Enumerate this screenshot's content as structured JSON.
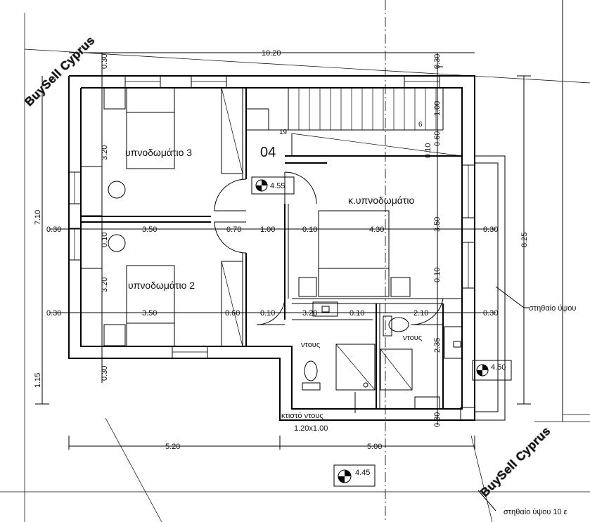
{
  "rooms": {
    "bedroom3": "υπνοδωμάτιο 3",
    "bedroom2": "υπνοδωμάτιο 2",
    "master": "κ.υπνοδωμάτιο",
    "bath1": "ντους",
    "bath2": "ντους",
    "room_number": "04",
    "stair_count": "19",
    "stair_step": "6"
  },
  "levels": {
    "upper": "4.55",
    "right": "4.50",
    "ground": "4.45"
  },
  "shower_note": {
    "line1": "κτιστό ντους",
    "line2": "1.20x1.00"
  },
  "callouts": {
    "column_height_a": "στηθαίο ύψου",
    "column_height_b": "στηθαίο ύψου 10 ε"
  },
  "dimensions": {
    "top_overall": "10.20",
    "top_left_v": "0.30",
    "top_right_v": "0.30",
    "left_total": "7.10",
    "left_bottom": "1.15",
    "bed3_height": "3.20",
    "bed2_height": "3.20",
    "wall_v1": "0.10",
    "bottom_left_v": "0.30",
    "bottom_right_v": "0.30",
    "right_total": "8.25",
    "stair_v1": "1.00",
    "stair_v2": "0.60",
    "stair_v3": "0.10",
    "master_height": "3.50",
    "master_v2": "0.10",
    "bath_height": "2.35",
    "row1": [
      "0.30",
      "3.50",
      "0.70",
      "1.00",
      "0.10",
      "4.30",
      "0.30"
    ],
    "row2": [
      "0.30",
      "3.50",
      "0.60",
      "0.10",
      "3.20",
      "0.10",
      "2.10",
      "0.30"
    ],
    "bottom_left": "5.20",
    "bottom_right": "5.00"
  },
  "watermark": "BuySell Cyprus"
}
